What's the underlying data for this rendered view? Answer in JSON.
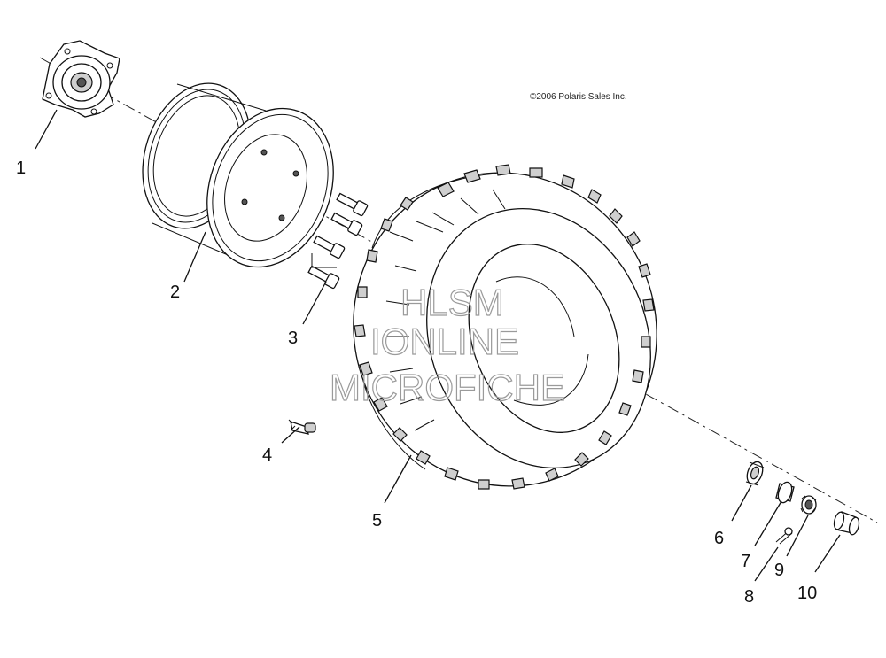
{
  "copyright": "©2006 Polaris Sales Inc.",
  "watermark": [
    "HLSM",
    "IONLINE",
    "MICROFICHE"
  ],
  "callouts": [
    {
      "id": "1",
      "label": "1"
    },
    {
      "id": "2",
      "label": "2"
    },
    {
      "id": "3",
      "label": "3"
    },
    {
      "id": "4",
      "label": "4"
    },
    {
      "id": "5",
      "label": "5"
    },
    {
      "id": "6",
      "label": "6"
    },
    {
      "id": "7",
      "label": "7"
    },
    {
      "id": "8",
      "label": "8"
    },
    {
      "id": "9",
      "label": "9"
    },
    {
      "id": "10",
      "label": "10"
    }
  ]
}
